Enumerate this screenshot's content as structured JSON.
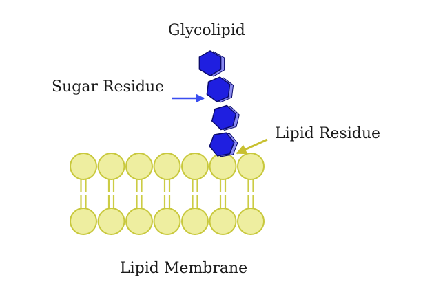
{
  "labels": {
    "title": "Glycolipid",
    "sugar_residue": "Sugar Residue",
    "lipid_residue": "Lipid Residue",
    "membrane": "Lipid Membrane"
  },
  "colors": {
    "sugar_fill": "#1f1fe0",
    "sugar_shadow": "#8a8af0",
    "sugar_stroke": "#0a0a6a",
    "lipid_fill": "#eeeea0",
    "lipid_stroke": "#c8c83c",
    "tail_stroke": "#cccc44",
    "sugar_arrow": "#3a4ef0",
    "lipid_arrow": "#c8c030"
  },
  "structure": {
    "sugar_residue_count": 4,
    "lipid_heads_per_leaflet": 7
  }
}
